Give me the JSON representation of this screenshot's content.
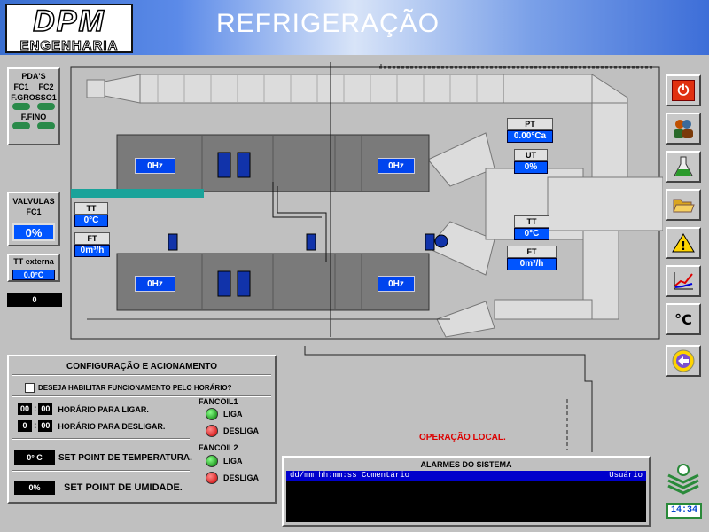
{
  "header": {
    "logo_main": "DPM",
    "logo_sub": "ENGENHARIA",
    "title": "REFRIGERAÇÃO"
  },
  "pda": {
    "title": "PDA'S",
    "fc1": "FC1",
    "fc2": "FC2",
    "f_grosso": "F.GROSSO1",
    "f_fino": "F.FINO"
  },
  "valvulas": {
    "title": "VALVULAS",
    "fc": "FC1",
    "value": "0%"
  },
  "tt_externa": {
    "title": "TT externa",
    "value": "0.0°C"
  },
  "counter": {
    "value": "0"
  },
  "diagram": {
    "pt": {
      "label": "PT",
      "value": "0.00°Ca"
    },
    "ut": {
      "label": "UT",
      "value": "0%"
    },
    "tt_right": {
      "label": "TT",
      "value": "0°C"
    },
    "ft_right": {
      "label": "FT",
      "value": "0m³/h"
    },
    "tt_left": {
      "label": "TT",
      "value": "0°C"
    },
    "ft_left": {
      "label": "FT",
      "value": "0m³/h"
    },
    "hz": [
      "0Hz",
      "0Hz",
      "0Hz",
      "0Hz"
    ],
    "status": "OPERAÇÃO LOCAL."
  },
  "config": {
    "title": "CONFIGURAÇÃO E ACIONAMENTO",
    "schedule_checkbox": "DESEJA HABILITAR FUNCIONAMENTO PELO HORÁRIO?",
    "on_h": "00",
    "on_m": "00",
    "on_label": "HORÁRIO PARA LIGAR.",
    "off_h": "0",
    "off_m": "00",
    "off_label": "HORÁRIO PARA DESLIGAR.",
    "temp_value": "0° C",
    "temp_label": "SET POINT DE TEMPERATURA.",
    "hum_value": "0%",
    "hum_label": "SET POINT DE UMIDADE.",
    "fancoil1": "FANCOIL1",
    "fancoil2": "FANCOIL2",
    "liga": "LIGA",
    "desliga": "DESLIGA"
  },
  "alarms": {
    "title": "ALARMES DO SISTEMA",
    "columns": "dd/mm hh:mm:ss Comentário",
    "user_col": "Usuário"
  },
  "toolbar": {
    "icons": [
      "power-icon",
      "users-icon",
      "flask-icon",
      "folder-icon",
      "warning-icon",
      "trend-chart-icon",
      "celsius-icon",
      "back-arrow-icon"
    ],
    "celsius_label": "°C"
  },
  "clock": {
    "time": "14:34"
  },
  "colors": {
    "accent_blue": "#0055ff",
    "alarm_bar": "#0000cc",
    "duct": "#dcdcdc",
    "unit": "#7a7a7a",
    "status_red": "#dd0000",
    "power_red": "#e03010"
  }
}
